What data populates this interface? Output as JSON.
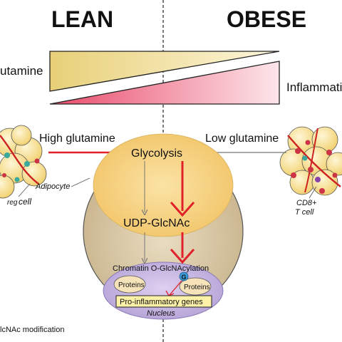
{
  "headers": {
    "left": "LEAN",
    "right": "OBESE"
  },
  "wedges": {
    "left_label": "utamine",
    "right_label": "Inflammati",
    "colors": {
      "glutamine_fill": "#e8d078",
      "inflammation_fill": "#e8607a"
    }
  },
  "conditions": {
    "high": "High glutamine",
    "low": "Low glutamine"
  },
  "cells": {
    "left_partial_label": "cell",
    "left_partial_subscript": "reg",
    "adipocyte": "Adipocyte",
    "cd8_line1": "CD8+",
    "cd8_line2": "T cell"
  },
  "pathway": {
    "glycolysis": "Glycolysis",
    "udp": "UDP-GlcNAc",
    "chromatin": "Chromatin O-GlcNAcylation",
    "g_marker": "G",
    "proteins_left": "Proteins",
    "proteins_right": "Proteins",
    "genes": "Pro-inflammatory genes",
    "nucleus": "Nucleus"
  },
  "legend": {
    "modification": "lcNAc modification"
  },
  "colors": {
    "inhibit_red": "#e0202a",
    "inhibit_gray": "#777777",
    "cell_outer": "#d9c9a4",
    "cytoplasm": "#f8d98a",
    "nucleus": "#c8b8e4",
    "marker_blue": "#3a9ad8"
  }
}
